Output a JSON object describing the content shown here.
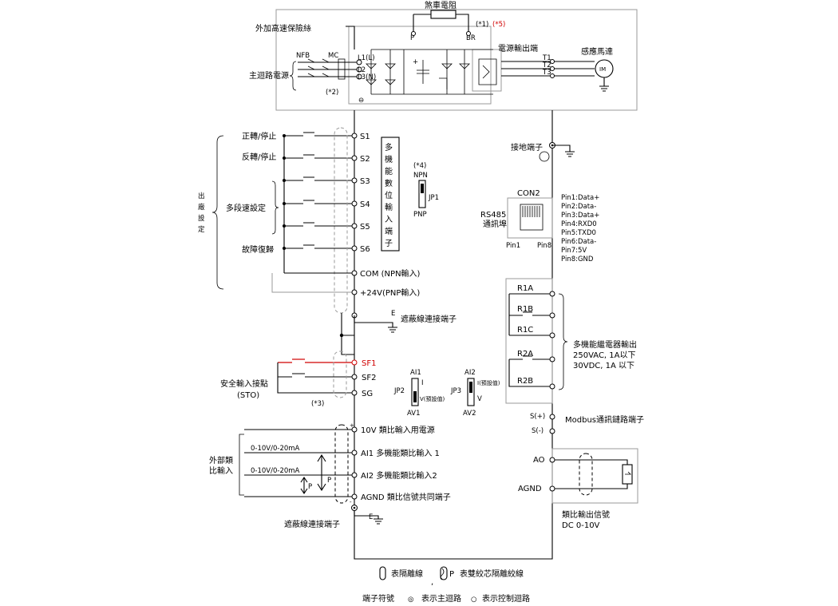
{
  "power": {
    "brake_resistor": "煞車電阻",
    "note_1": "(*1)",
    "note_5": "(*5)",
    "fuse": "外加高速保險絲",
    "nfb": "NFB",
    "mc": "MC",
    "main_supply": "主迴路電源",
    "note_2": "(*2)",
    "terminals": [
      "L1(L)",
      "L2",
      "L3(N)"
    ],
    "terminal_p": "P",
    "terminal_br": "BR",
    "output_label": "電源輸出端",
    "outputs": [
      "T1",
      "T2",
      "T3"
    ],
    "motor_label": "感應馬達",
    "motor_symbol": "IM",
    "minus_symbol": "⊖"
  },
  "digital_inputs": {
    "factory_setting": "出廠設定",
    "labels": [
      "正轉/停止",
      "反轉/停止",
      "多段速設定",
      "故障復歸"
    ],
    "terminals": [
      "S1",
      "S2",
      "S3",
      "S4",
      "S5",
      "S6"
    ],
    "multi_function_title": "多機能數位輸入端子",
    "com": "COM (NPN輸入)",
    "v24": "+24V(PNP輸入)",
    "e": "E",
    "shield_ground": "遮蔽線連接端子"
  },
  "jumper1": {
    "note": "(*4)",
    "npn": "NPN",
    "name": "JP1",
    "pnp": "PNP"
  },
  "ground": {
    "label": "接地端子"
  },
  "rs485": {
    "con": "CON2",
    "label_line1": "RS485",
    "label_line2": "通訊埠",
    "pin_left": "Pin1",
    "pin_right": "Pin8",
    "pins": [
      "Pin1:Data+",
      "Pin2:Data-",
      "Pin3:Data+",
      "Pin4:RXD0",
      "Pin5:TXD0",
      "Pin6:Data-",
      "Pin7:5V",
      "Pin8:GND"
    ]
  },
  "relay": {
    "terminals": [
      "R1A",
      "R1B",
      "R1C",
      "R2A",
      "R2B"
    ],
    "desc": [
      "多機能繼電器輸出",
      "250VAC, 1A以下",
      "30VDC, 1A 以下"
    ]
  },
  "safety": {
    "terminals": [
      "SF1",
      "SF2",
      "SG"
    ],
    "label_line1": "安全輸入接點",
    "label_line2": "(STO)",
    "note": "(*3)"
  },
  "jumpers": {
    "ai1": "AI1",
    "jp2": "JP2",
    "i1": "I",
    "v1": "V(預設值)",
    "av1": "AV1",
    "ai2": "AI2",
    "jp3": "JP3",
    "i2": "I(預設值)",
    "v2": "V",
    "av2": "AV2"
  },
  "modbus": {
    "s_plus": "S(+)",
    "s_minus": "S(-)",
    "label": "Modbus通訊鏈路端子"
  },
  "analog_in": {
    "title_line1": "外部類",
    "title_line2": "比輸入",
    "range1": "0-10V/0-20mA",
    "range2": "0-10V/0-20mA",
    "p1": "P",
    "p2": "P",
    "plus": "+",
    "minus": "-",
    "lines": [
      "10V 類比輸入用電源",
      "AI1 多機能類比輸入 1",
      "AI2 多機能類比輸入2",
      "AGND 類比信號共同端子"
    ],
    "shield": "遮蔽線連接端子",
    "e": "E"
  },
  "analog_out": {
    "ao": "AO",
    "agnd": "AGND",
    "label_line1": "類比輸出信號",
    "label_line2": "DC 0-10V"
  },
  "legend": {
    "shield_text": "表隔離線",
    "twisted_p": "P",
    "twisted_text": "表雙絞芯隔離絞線",
    "comma": ",",
    "symbols": "端子符號",
    "main_circle": "◎",
    "main_text": "表示主迴路",
    "ctrl_circle": "○",
    "ctrl_text": "表示控制迴路"
  }
}
